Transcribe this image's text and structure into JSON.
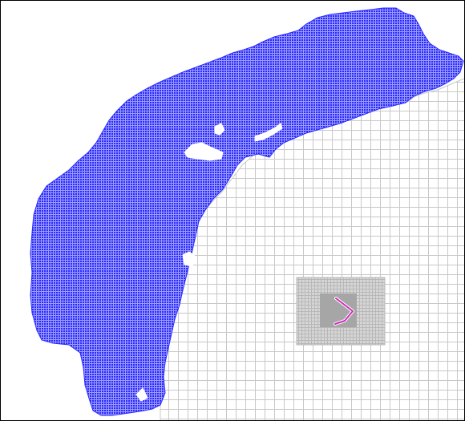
{
  "view": {
    "title": "",
    "colors": {
      "background": "#ffffff",
      "frame": "#000000",
      "land_fill": "#2a2aff",
      "land_grid": "#9d9dff",
      "coarse_grid": "#c8c8c8",
      "fine_patch_bg": "#d0d0d0",
      "fine_patch_grid": "#b4b4b4",
      "center_patch": "#a6a6a6",
      "track": "#cc2fb8",
      "track_outline": "#ffffff"
    },
    "layers": [
      "land-mesh",
      "coarse-ocean-grid",
      "fine-ocean-grid",
      "center-patch",
      "track-line"
    ]
  }
}
